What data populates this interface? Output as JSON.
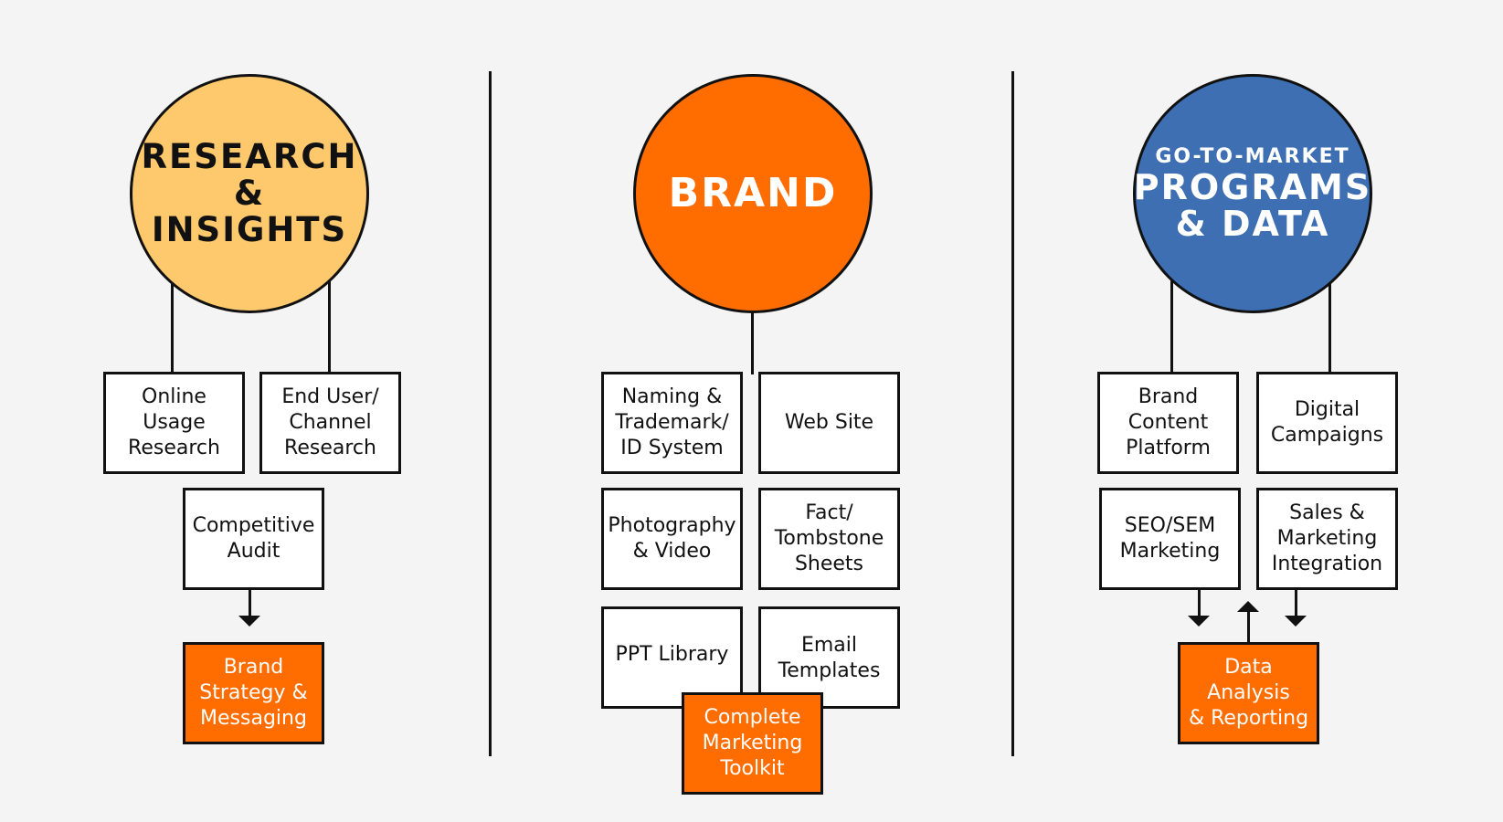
{
  "columns": {
    "research": {
      "title_line1": "RESEARCH",
      "title_line2": "& INSIGHTS",
      "boxes": [
        "Online\nUsage\nResearch",
        "End User/\nChannel\nResearch",
        "Competitive\nAudit"
      ],
      "output": "Brand\nStrategy &\nMessaging"
    },
    "brand": {
      "title": "BRAND",
      "boxes": [
        "Naming &\nTrademark/\nID System",
        "Web Site",
        "Photography\n& Video",
        "Fact/\nTombstone\nSheets",
        "PPT Library",
        "Email\nTemplates"
      ],
      "output": "Complete\nMarketing\nToolkit"
    },
    "gtm": {
      "title_small": "GO-TO-MARKET",
      "title_line1": "PROGRAMS",
      "title_line2": "& DATA",
      "boxes": [
        "Brand\nContent\nPlatform",
        "Digital\nCampaigns",
        "SEO/SEM\nMarketing",
        "Sales &\nMarketing\nIntegration"
      ],
      "output": "Data\nAnalysis\n& Reporting"
    }
  },
  "colors": {
    "research_circle": "#fec96c",
    "brand_circle": "#ff6c00",
    "gtm_circle": "#3d6fb2",
    "accent_box": "#ff6c00",
    "background": "#f4f4f4"
  }
}
